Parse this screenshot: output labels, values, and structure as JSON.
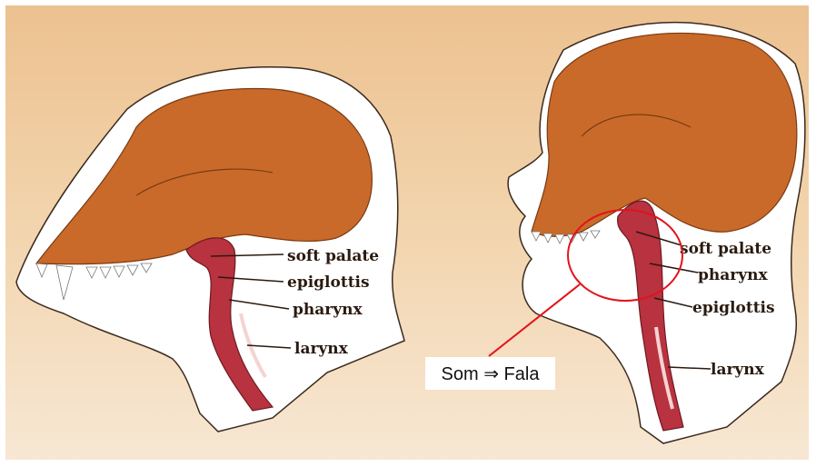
{
  "ape_labels": {
    "soft_palate": "soft palate",
    "epiglottis": "epiglottis",
    "pharynx": "pharynx",
    "larynx": "larynx"
  },
  "human_labels": {
    "soft_palate": "soft palate",
    "pharynx": "pharynx",
    "epiglottis": "epiglottis",
    "larynx": "larynx"
  },
  "callout": {
    "text": "Som ⇒ Fala"
  },
  "colors": {
    "skull": "#c96a2a",
    "airway": "#b8323f",
    "highlight_circle": "#e3121b",
    "background": "#f0ca9c"
  }
}
